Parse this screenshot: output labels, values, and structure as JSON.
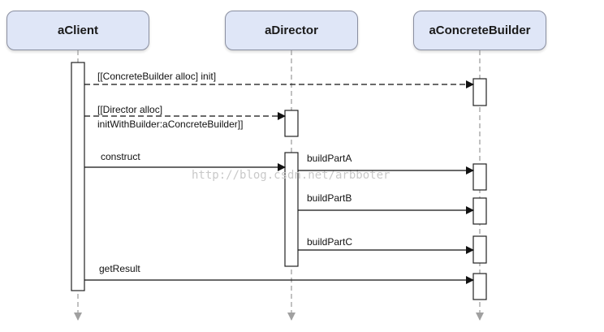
{
  "participants": {
    "client": "aClient",
    "director": "aDirector",
    "builder": "aConcreteBuilder"
  },
  "messages": {
    "m1": "[[ConcreteBuilder alloc] init]",
    "m2_line1": "[[Director alloc]",
    "m2_line2": "initWithBuilder:aConcreteBuilder]]",
    "m3": "construct",
    "m4": "buildPartA",
    "m5": "buildPartB",
    "m6": "buildPartC",
    "m7": "getResult"
  },
  "watermark": "http://blog.csdn.net/arbboter",
  "colors": {
    "participant_fill": "#dfe6f7",
    "lifeline": "#a0a0a0",
    "arrow": "#111111"
  }
}
